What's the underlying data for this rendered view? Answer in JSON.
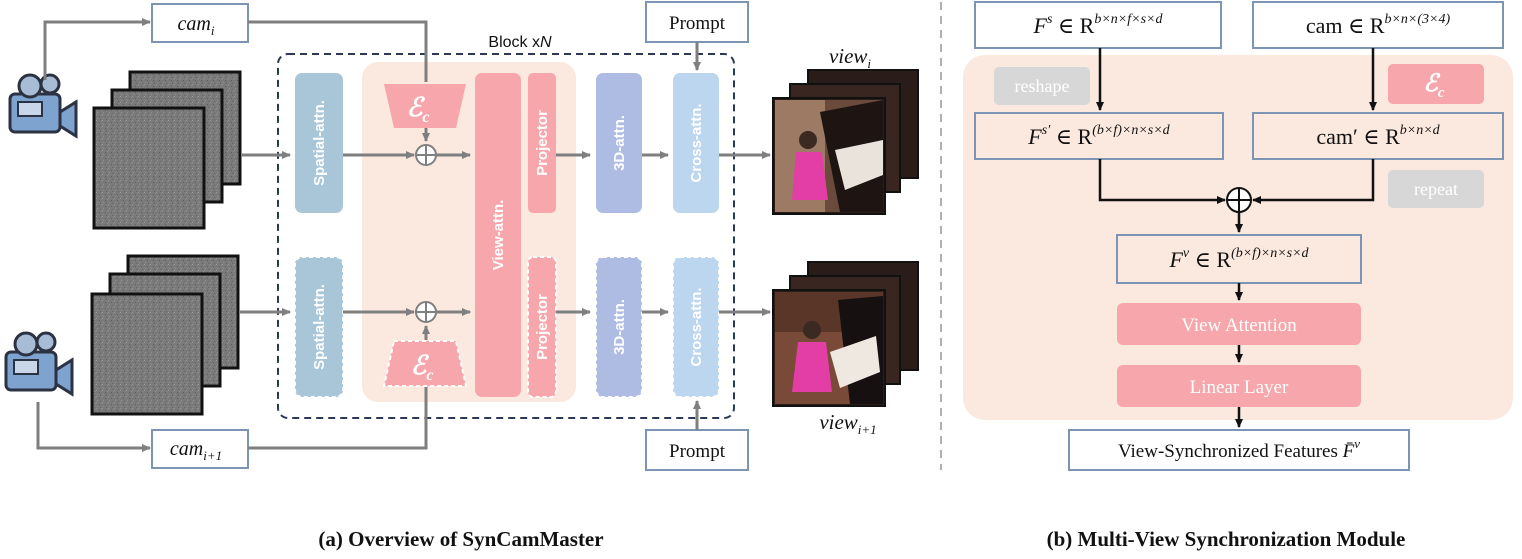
{
  "left_panel": {
    "cam_top": "cam",
    "cam_top_sub": "i",
    "cam_bottom": "cam",
    "cam_bottom_sub": "i+1",
    "prompt_top": "Prompt",
    "prompt_bottom": "Prompt",
    "block_label": "Block x",
    "block_label_n": "N",
    "spatial_attn": "Spatial-attn.",
    "encoder_symbol": "ℰ",
    "encoder_sub": "c",
    "view_attn": "View-attn.",
    "projector": "Projector",
    "attn_3d": "3D-attn.",
    "cross_attn": "Cross-attn.",
    "view_top": "view",
    "view_top_sub": "i",
    "view_bottom": "view",
    "view_bottom_sub": "i+1",
    "caption": "(a) Overview of SynCamMaster"
  },
  "right_panel": {
    "fs_main": "F",
    "fs_sup": "s",
    "fs_rest": " ∈ R",
    "fs_dims": "b×n×f×s×d",
    "cam_main": "cam ∈ R",
    "cam_dims": "b×n×(3×4)",
    "reshape": "reshape",
    "encoder_symbol": "ℰ",
    "encoder_sub": "c",
    "fsp_main": "F",
    "fsp_sup": "s′",
    "fsp_rest": " ∈ R",
    "fsp_dims": "(b×f)×n×s×d",
    "camp_main": "cam′ ∈ R",
    "camp_dims": "b×n×d",
    "repeat": "repeat",
    "fv_main": "F",
    "fv_sup": "v",
    "fv_rest": " ∈ R",
    "fv_dims": "(b×f)×n×s×d",
    "view_attention": "View Attention",
    "linear_layer": "Linear Layer",
    "output_label": "View-Synchronized Features ",
    "output_symbol": "F̄",
    "output_sup": "v",
    "caption": "(b) Multi-View Synchronization Module"
  },
  "colors": {
    "peach_bg": "#fbe9df",
    "pink": "#f7a7ab",
    "light_blue": "#a9c6d8",
    "lavender": "#aebce3",
    "pale_blue": "#bcd6ef",
    "grey_label": "#d7d7d7",
    "box_border": "#7d95b4",
    "arrow": "#7f7f7f",
    "dashed": "#2a3a55"
  }
}
